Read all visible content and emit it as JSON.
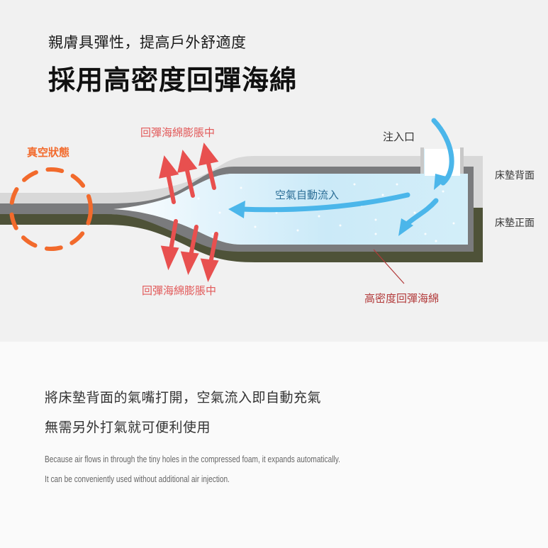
{
  "header": {
    "subtitle": "親膚具彈性，提高戶外舒適度",
    "title": "採用高密度回彈海綿"
  },
  "diagram": {
    "labels": {
      "vacuum_state": "真空狀態",
      "expanding_top": "回彈海綿膨脹中",
      "expanding_bottom": "回彈海綿膨脹中",
      "inlet": "注入口",
      "air_inflow": "空氣自動流入",
      "mattress_back": "床墊背面",
      "mattress_front": "床墊正面",
      "high_density_foam": "高密度回彈海綿"
    },
    "colors": {
      "background": "#f1f1f1",
      "layer_light": "#d8d8d8",
      "layer_mid": "#7a7b7d",
      "layer_dark": "#4e5238",
      "air_arrow": "#4bb6ea",
      "expand_arrow": "#e8504f",
      "vacuum_circle": "#f26a2c",
      "pointer_line": "#b23a3a"
    }
  },
  "description": {
    "line1": "將床墊背面的氣嘴打開，空氣流入即自動充氣",
    "line2": "無需另外打氣就可便利使用",
    "en_line1": "Because air flows in through the tiny holes in the compressed foam, it expands automatically.",
    "en_line2": "It can be conveniently used without additional air injection."
  }
}
